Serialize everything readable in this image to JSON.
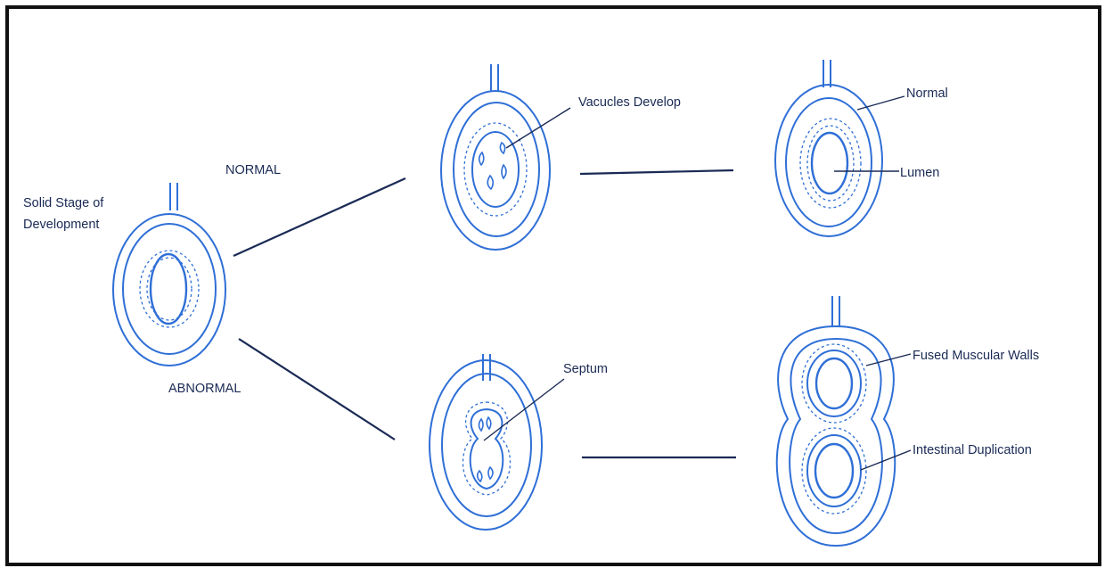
{
  "labels": {
    "solid_stage_line1": "Solid Stage of",
    "solid_stage_line2": "Development",
    "normal_path": "NORMAL",
    "abnormal_path": "ABNORMAL",
    "vacuoles": "Vacucles Develop",
    "normal_result": "Normal",
    "lumen": "Lumen",
    "septum": "Septum",
    "fused_walls": "Fused Muscular Walls",
    "duplication": "Intestinal Duplication"
  },
  "colors": {
    "stroke": "#2f6fd6",
    "dash": "#4a7fd8",
    "connector": "#1a2a55",
    "text": "#1a2a55",
    "frame": "#111111"
  }
}
